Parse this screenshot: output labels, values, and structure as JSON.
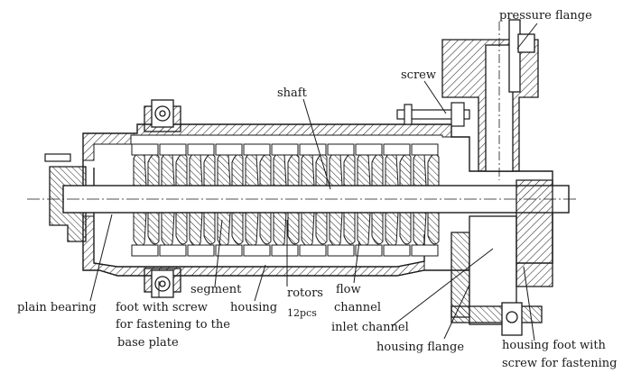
{
  "labels": {
    "pressure_flange": "pressure flange",
    "screw": "screw",
    "shaft": "shaft",
    "plain_bearing": "plain bearing",
    "foot_line1": "foot with screw",
    "foot_line2": "for fastening to the",
    "foot_line3": "base plate",
    "segment": "segment",
    "housing": "housing",
    "rotors": "rotors",
    "rotors_count": "12pcs",
    "flow_line1": "flow",
    "flow_line2": "channel",
    "inlet_channel": "inlet channel",
    "housing_flange": "housing flange",
    "housing_foot_line1": "housing foot with",
    "housing_foot_line2": "screw for fastening"
  },
  "colors": {
    "ink": "#1a1a1a",
    "background": "#ffffff"
  }
}
